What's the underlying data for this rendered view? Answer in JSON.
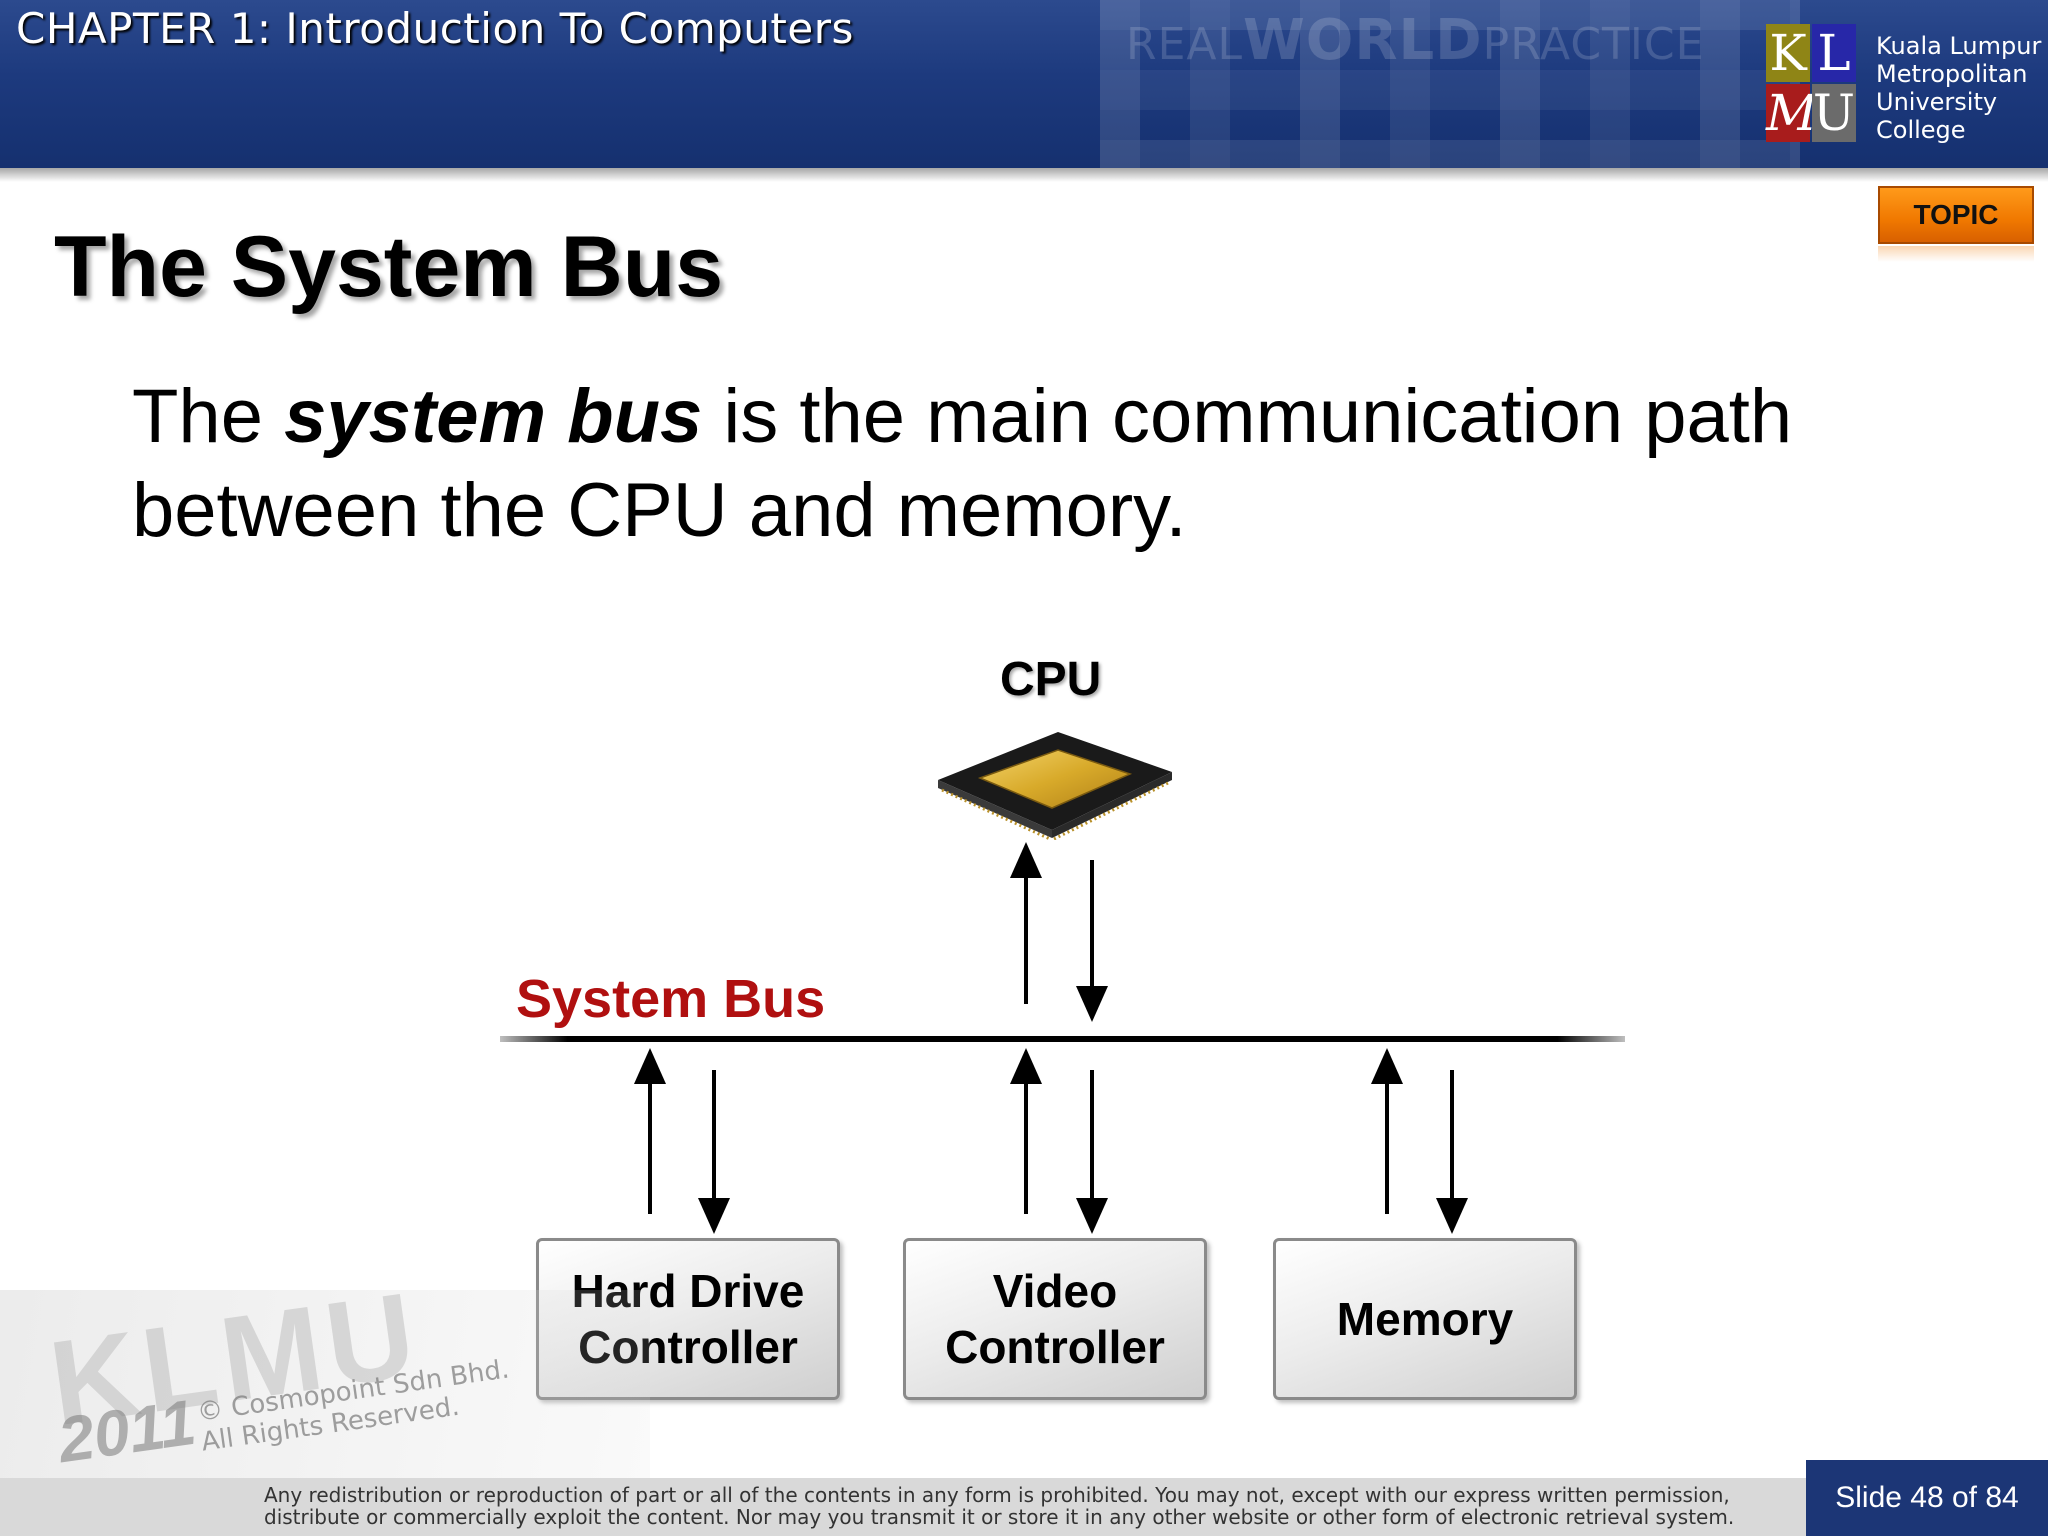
{
  "header": {
    "chapter_title": "CHAPTER 1: Introduction To Computers",
    "watermark_bold": "WORLD",
    "watermark_pre": "REAL",
    "watermark_post": "PRACTICE",
    "logo": {
      "letters": [
        "K",
        "L",
        "M",
        "U"
      ],
      "lines": [
        "Kuala Lumpur",
        "Metropolitan",
        "University",
        "College"
      ]
    },
    "topic_button": "TOPIC"
  },
  "slide": {
    "title": "The System Bus",
    "body": {
      "before": "The ",
      "emphasis": "system bus",
      "after": " is the main communication path between the CPU and memory."
    }
  },
  "diagram": {
    "cpu_label": "CPU",
    "bus_label": "System Bus",
    "devices": [
      {
        "label_line1": "Hard Drive",
        "label_line2": "Controller"
      },
      {
        "label_line1": "Video",
        "label_line2": "Controller"
      },
      {
        "label_line1": "Memory",
        "label_line2": ""
      }
    ]
  },
  "footer": {
    "watermark_logo": "KLMU",
    "watermark_year": "2011",
    "watermark_line1": "© Cosmopoint Sdn Bhd.",
    "watermark_line2": "All Rights Reserved.",
    "notice_line1": "Any redistribution or reproduction of part or all of the contents in any form is prohibited. You may not, except with our express written permission,",
    "notice_line2": "distribute or commercially exploit the content. Nor may you transmit it or store it in any other website or other form of electronic retrieval system.",
    "slide_counter": "Slide 48 of 84"
  },
  "colors": {
    "header_blue": "#1d3a7e",
    "topic_orange": "#f07800",
    "bus_label_red": "#b01010",
    "counter_blue": "#1c3676"
  }
}
